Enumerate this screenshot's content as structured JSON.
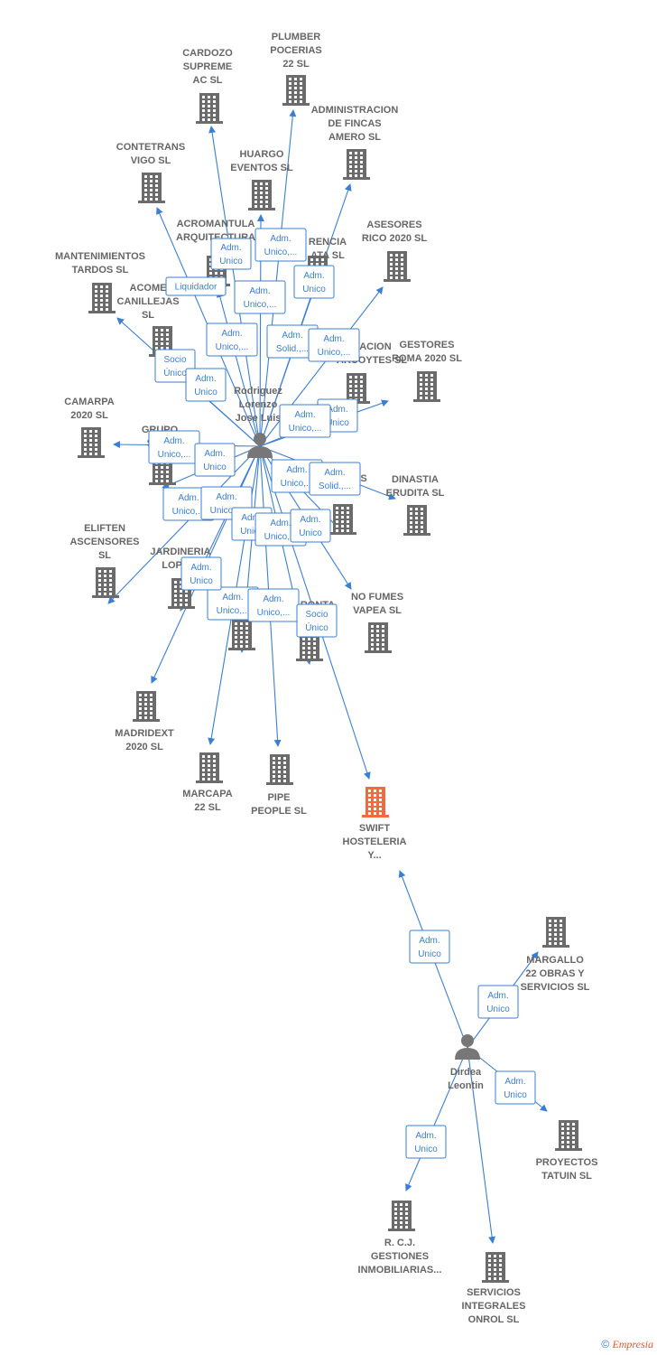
{
  "colors": {
    "edge": "#3a7fd5",
    "building": "#6b6b6b",
    "target_building": "#f26a3f",
    "person": "#777777"
  },
  "people": [
    {
      "id": "p1",
      "lines": [
        "Rodriguez",
        "Lorenzo",
        "Jose Luis"
      ]
    },
    {
      "id": "p2",
      "lines": [
        "Dirdea",
        "Leontin"
      ]
    }
  ],
  "companies": [
    {
      "id": "cardozo",
      "lines": [
        "CARDOZO",
        "SUPREME",
        "AC  SL"
      ]
    },
    {
      "id": "plumber",
      "lines": [
        "PLUMBER",
        "POCERIAS",
        "22  SL"
      ]
    },
    {
      "id": "admfincas",
      "lines": [
        "ADMINISTRACION",
        "DE FINCAS",
        "AMERO  SL"
      ]
    },
    {
      "id": "contetrans",
      "lines": [
        "CONTETRANS",
        "VIGO SL"
      ]
    },
    {
      "id": "huargo",
      "lines": [
        "HUARGO",
        "EVENTOS  SL"
      ]
    },
    {
      "id": "acromantula",
      "lines": [
        "ACROMANTULA",
        "ARQUITECTURA"
      ]
    },
    {
      "id": "gerencia",
      "lines": [
        "RENCIA",
        "ATA  SL"
      ]
    },
    {
      "id": "asesores",
      "lines": [
        "ASESORES",
        "RICO 2020  SL"
      ]
    },
    {
      "id": "mantenimientos",
      "lines": [
        "MANTENIMIENTOS",
        "TARDOS  SL"
      ]
    },
    {
      "id": "acome",
      "lines": [
        "ACOME",
        "CANILLEJAS",
        "SL"
      ]
    },
    {
      "id": "administracion2",
      "lines": [
        "RACION",
        "ARCOYTES  SL"
      ]
    },
    {
      "id": "gestores",
      "lines": [
        "GESTORES",
        "ROMA 2020  SL"
      ]
    },
    {
      "id": "camarpa",
      "lines": [
        "CAMARPA",
        "2020  SL"
      ]
    },
    {
      "id": "grupo",
      "lines": [
        "GRUPO",
        "SELE"
      ]
    },
    {
      "id": "cenalta",
      "lines": [
        "S"
      ]
    },
    {
      "id": "dinastia",
      "lines": [
        "DINASTIA",
        "ERUDITA  SL"
      ]
    },
    {
      "id": "elifen",
      "lines": [
        "ELIFTEN",
        "ASCENSORES",
        "SL"
      ]
    },
    {
      "id": "jardineria",
      "lines": [
        "JARDINERIA",
        "LOPICR"
      ]
    },
    {
      "id": "nofumes",
      "lines": [
        "NO FUMES",
        "VAPEA  SL"
      ]
    },
    {
      "id": "aronta",
      "lines": [
        "ARONTA",
        "20"
      ]
    },
    {
      "id": "c_mid",
      "lines": []
    },
    {
      "id": "madridext",
      "lines": [
        "MADRIDEXT",
        "2020  SL"
      ]
    },
    {
      "id": "marcapa",
      "lines": [
        "MARCAPA",
        "22  SL"
      ]
    },
    {
      "id": "pipe",
      "lines": [
        "PIPE",
        "PEOPLE  SL"
      ]
    },
    {
      "id": "swift",
      "lines": [
        "SWIFT",
        "HOSTELERIA",
        "Y..."
      ]
    },
    {
      "id": "margallo",
      "lines": [
        "MARGALLO",
        "22 OBRAS Y",
        "SERVICIOS  SL"
      ]
    },
    {
      "id": "proyectos",
      "lines": [
        "PROYECTOS",
        "TATUIN  SL"
      ]
    },
    {
      "id": "rcj",
      "lines": [
        "R. C.J.",
        "GESTIONES",
        "INMOBILIARIAS..."
      ]
    },
    {
      "id": "servicios",
      "lines": [
        "SERVICIOS",
        "INTEGRALES",
        "ONROL  SL"
      ]
    }
  ],
  "relations": [
    {
      "id": "r1",
      "lines": [
        "Adm.",
        "Unico"
      ]
    },
    {
      "id": "r2",
      "lines": [
        "Adm.",
        "Unico,..."
      ]
    },
    {
      "id": "r3",
      "lines": [
        "Liquidador"
      ]
    },
    {
      "id": "r4",
      "lines": [
        "Adm.",
        "Unico,..."
      ]
    },
    {
      "id": "r5",
      "lines": [
        "Adm.",
        "Unico"
      ]
    },
    {
      "id": "r6",
      "lines": [
        "Adm.",
        "Unico,..."
      ]
    },
    {
      "id": "r7",
      "lines": [
        "Adm.",
        "Solid.,..."
      ]
    },
    {
      "id": "r8",
      "lines": [
        "Adm.",
        "Unico,..."
      ]
    },
    {
      "id": "r9",
      "lines": [
        "Socio",
        "Único"
      ]
    },
    {
      "id": "r10",
      "lines": [
        "Adm.",
        "Unico"
      ]
    },
    {
      "id": "r11",
      "lines": [
        "Adm.",
        "Unico"
      ]
    },
    {
      "id": "r12",
      "lines": [
        "Adm.",
        "Unico,..."
      ]
    },
    {
      "id": "r13",
      "lines": [
        "Adm.",
        "Unico,..."
      ]
    },
    {
      "id": "r14",
      "lines": [
        "Adm.",
        "Unico"
      ]
    },
    {
      "id": "r15",
      "lines": [
        "Adm.",
        "Unico,..."
      ]
    },
    {
      "id": "r16",
      "lines": [
        "Adm.",
        "Solid.,..."
      ]
    },
    {
      "id": "r17",
      "lines": [
        "Adm.",
        "Unico,..."
      ]
    },
    {
      "id": "r18",
      "lines": [
        "Adm.",
        "Unico,..."
      ]
    },
    {
      "id": "r19",
      "lines": [
        "Adm.",
        "Unico"
      ]
    },
    {
      "id": "r20",
      "lines": [
        "Adm.",
        "Unico,..."
      ]
    },
    {
      "id": "r21",
      "lines": [
        "Adm.",
        "Unico"
      ]
    },
    {
      "id": "r22",
      "lines": [
        "Adm.",
        "Unico,..."
      ]
    },
    {
      "id": "r23",
      "lines": [
        "Adm.",
        "Unico,..."
      ]
    },
    {
      "id": "r24",
      "lines": [
        "Socio",
        "Único"
      ]
    },
    {
      "id": "r25",
      "lines": [
        "Adm.",
        "Unico"
      ]
    },
    {
      "id": "r26",
      "lines": [
        "Adm.",
        "Unico"
      ]
    },
    {
      "id": "r27",
      "lines": [
        "Adm.",
        "Unico"
      ]
    },
    {
      "id": "r28",
      "lines": [
        "Adm.",
        "Unico"
      ]
    },
    {
      "id": "r29",
      "lines": [
        "Adm.",
        "Unico"
      ]
    }
  ],
  "footer": {
    "copyright": "©",
    "brand": "Empresia"
  }
}
